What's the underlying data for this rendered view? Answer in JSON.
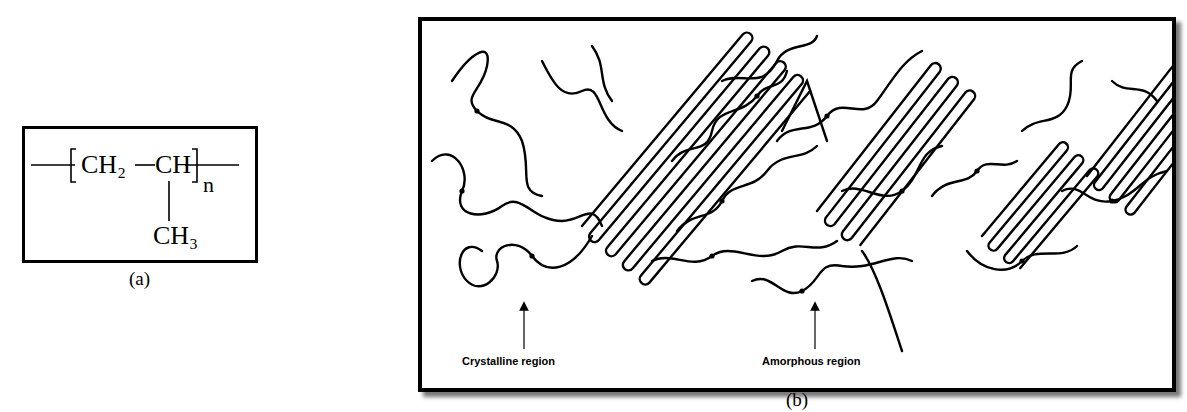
{
  "diagram": {
    "nodes": [
      {
        "text": [
          "CH₂",
          "CH",
          "CH₃",
          "n"
        ]
      },
      {
        "text": [
          "Crystalline region",
          "Amorphous region"
        ]
      }
    ],
    "labels": [
      "(a)",
      "(b)"
    ]
  }
}
